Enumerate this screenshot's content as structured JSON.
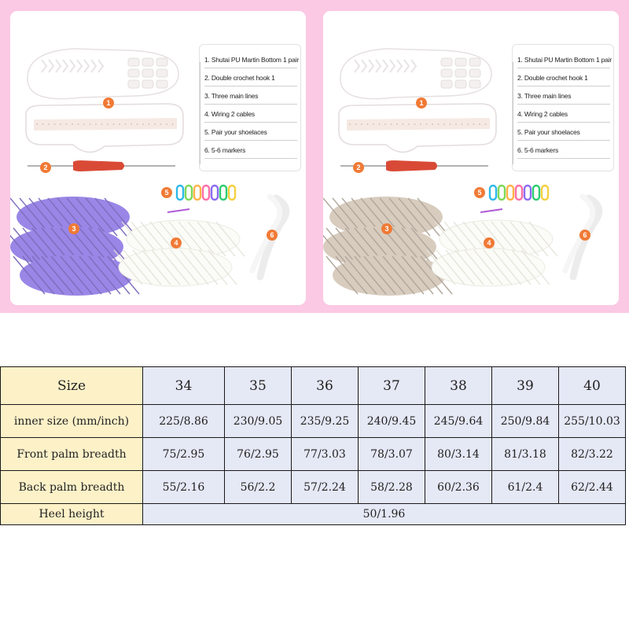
{
  "kit_panels": [
    {
      "variant": "purple",
      "yarn_color": "#9a86e6",
      "legend": [
        "1. Shutai PU Martin Bottom 1 pair",
        "2. Double crochet hook 1",
        "3. Three main lines",
        "4. Wiring 2 cables",
        "5. Pair your shoelaces",
        "6. 5-6 markers"
      ],
      "badges": [
        "1",
        "2",
        "3",
        "4",
        "5",
        "6"
      ]
    },
    {
      "variant": "beige",
      "yarn_color": "#d8ccbe",
      "legend": [
        "1. Shutai PU Martin Bottom 1 pair",
        "2. Double crochet hook 1",
        "3. Three main lines",
        "4. Wiring 2 cables",
        "5. Pair your shoelaces",
        "6. 5-6 markers"
      ],
      "badges": [
        "1",
        "2",
        "3",
        "4",
        "5",
        "6"
      ]
    }
  ],
  "size_table": {
    "header_label": "Size",
    "sizes": [
      "34",
      "35",
      "36",
      "37",
      "38",
      "39",
      "40"
    ],
    "rows": [
      {
        "label": "inner size (mm/inch)",
        "values": [
          "225/8.86",
          "230/9.05",
          "235/9.25",
          "240/9.45",
          "245/9.64",
          "250/9.84",
          "255/10.03"
        ]
      },
      {
        "label": "Front palm breadth",
        "values": [
          "75/2.95",
          "76/2.95",
          "77/3.03",
          "78/3.07",
          "80/3.14",
          "81/3.18",
          "82/3.22"
        ]
      },
      {
        "label": "Back palm breadth",
        "values": [
          "55/2.16",
          "56/2.2",
          "57/2.24",
          "58/2.28",
          "60/2.36",
          "61/2.4",
          "62/2.44"
        ]
      }
    ],
    "heel_label": "Heel height",
    "heel_value": "50/1.96"
  },
  "colors": {
    "banner_pink": "#fbc9e4",
    "badge_orange": "#f07a35",
    "label_cell": "#fdf1c8",
    "value_cell": "#e5e8f5",
    "hook_handle": "#d94a36"
  }
}
